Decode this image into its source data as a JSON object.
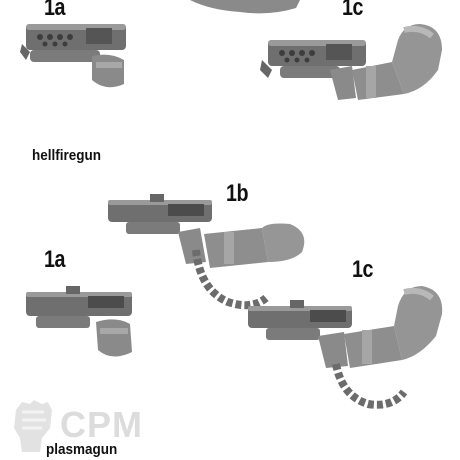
{
  "labels": {
    "top_1a": "1a",
    "top_1c": "1c",
    "hellfiregun": "hellfiregun",
    "mid_1b": "1b",
    "mid_1a": "1a",
    "mid_1c": "1c",
    "plasmagun": "plasmagun"
  },
  "watermark": "CPM",
  "colors": {
    "gun": "#6e6e6e",
    "gun_light": "#9a9a9a",
    "gun_dark": "#3e3e3e",
    "arm": "#8c8c8c",
    "arm_light": "#b4b4b4",
    "watermark": "#dcdcdc"
  }
}
